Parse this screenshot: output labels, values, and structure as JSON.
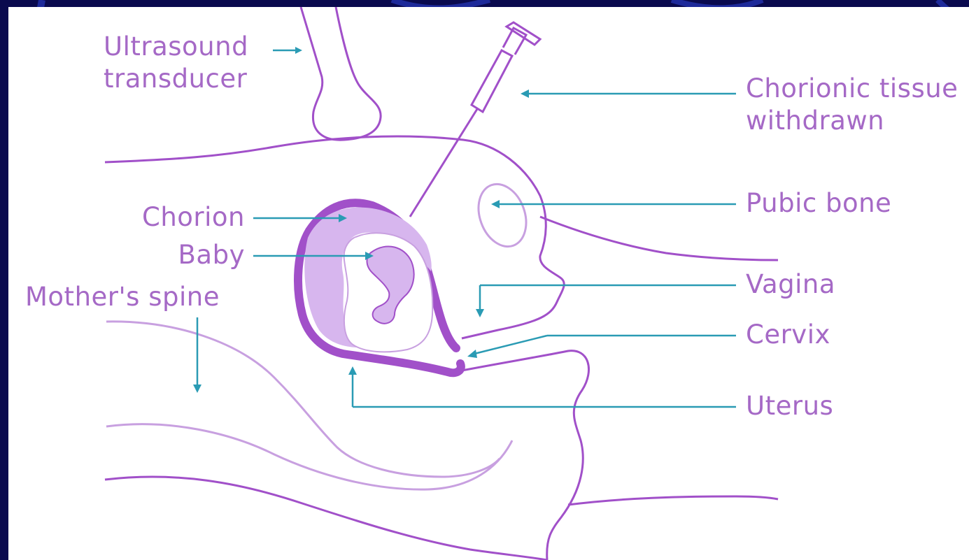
{
  "labels": {
    "ultrasound_transducer_line1": "Ultrasound",
    "ultrasound_transducer_line2": "transducer",
    "chorionic_tissue_line1": "Chorionic tissue",
    "chorionic_tissue_line2": "withdrawn",
    "pubic_bone": "Pubic bone",
    "chorion": "Chorion",
    "baby": "Baby",
    "mothers_spine": "Mother's spine",
    "vagina": "Vagina",
    "cervix": "Cervix",
    "uterus": "Uterus"
  },
  "colors": {
    "background": "#0a0a4e",
    "panel": "#ffffff",
    "outline": "#a150c9",
    "outline_light": "#c8a0e0",
    "fill_light": "#d7b6ee",
    "label_text": "#a569c6",
    "leader_line": "#2a9bb4"
  }
}
